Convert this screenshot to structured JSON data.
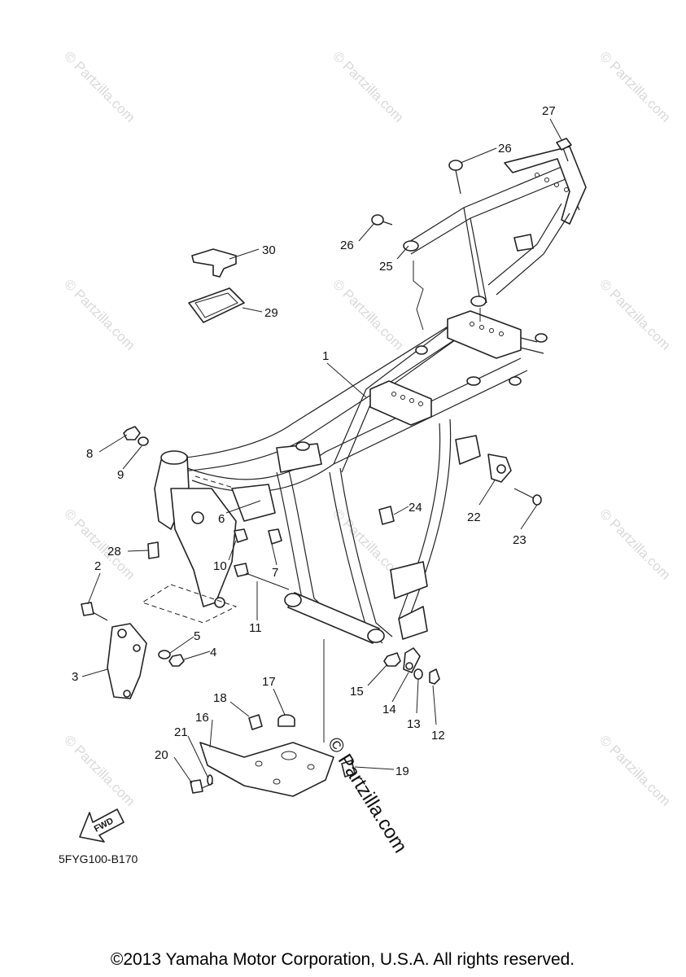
{
  "watermark": {
    "text": "© Partzilla.com",
    "large_text": "© Partzilla.com"
  },
  "callouts": [
    "1",
    "2",
    "3",
    "4",
    "5",
    "6",
    "7",
    "8",
    "9",
    "10",
    "11",
    "12",
    "13",
    "14",
    "15",
    "16",
    "17",
    "18",
    "19",
    "20",
    "21",
    "22",
    "23",
    "24",
    "25",
    "26",
    "26",
    "27",
    "28",
    "29",
    "30"
  ],
  "fwd_label": "FWD",
  "diagram_code": "5FYG100-B170",
  "copyright": "©2013 Yamaha Motor Corporation, U.S.A. All rights reserved."
}
